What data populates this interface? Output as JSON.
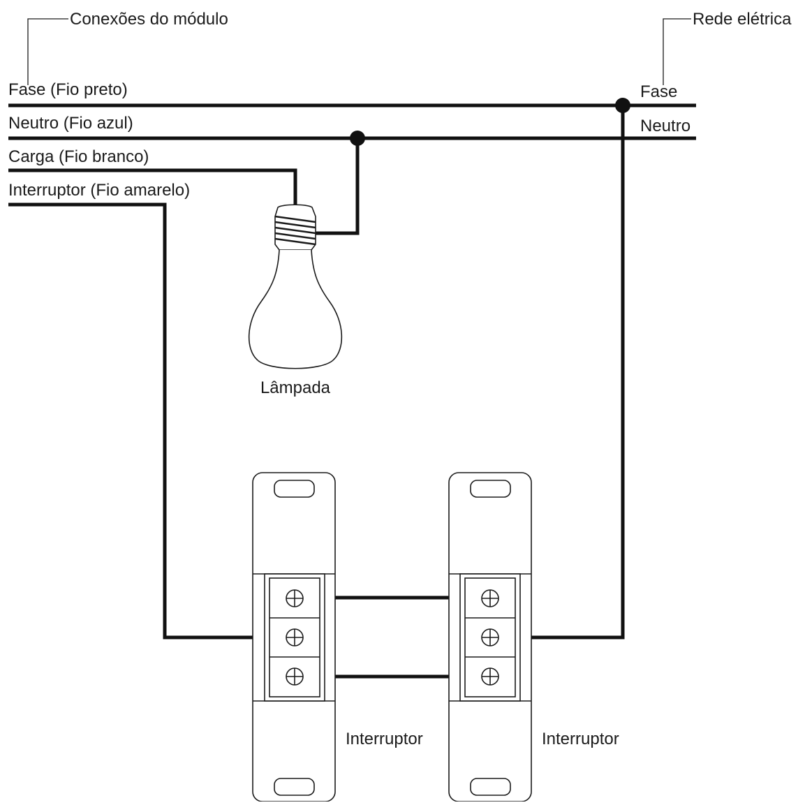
{
  "diagram": {
    "module_connections_label": "Conexões do módulo",
    "mains_label": "Rede elétrica",
    "wires": {
      "phase_module": "Fase (Fio preto)",
      "neutral_module": "Neutro (Fio azul)",
      "load_module": "Carga (Fio branco)",
      "switch_module": "Interruptor (Fio amarelo)",
      "phase_mains": "Fase",
      "neutral_mains": "Neutro"
    },
    "lamp_label": "Lâmpada",
    "switch_left_label": "Interruptor",
    "switch_right_label": "Interruptor"
  },
  "colors": {
    "wire": "#111111",
    "stroke": "#1a1a1a",
    "background": "#ffffff"
  }
}
